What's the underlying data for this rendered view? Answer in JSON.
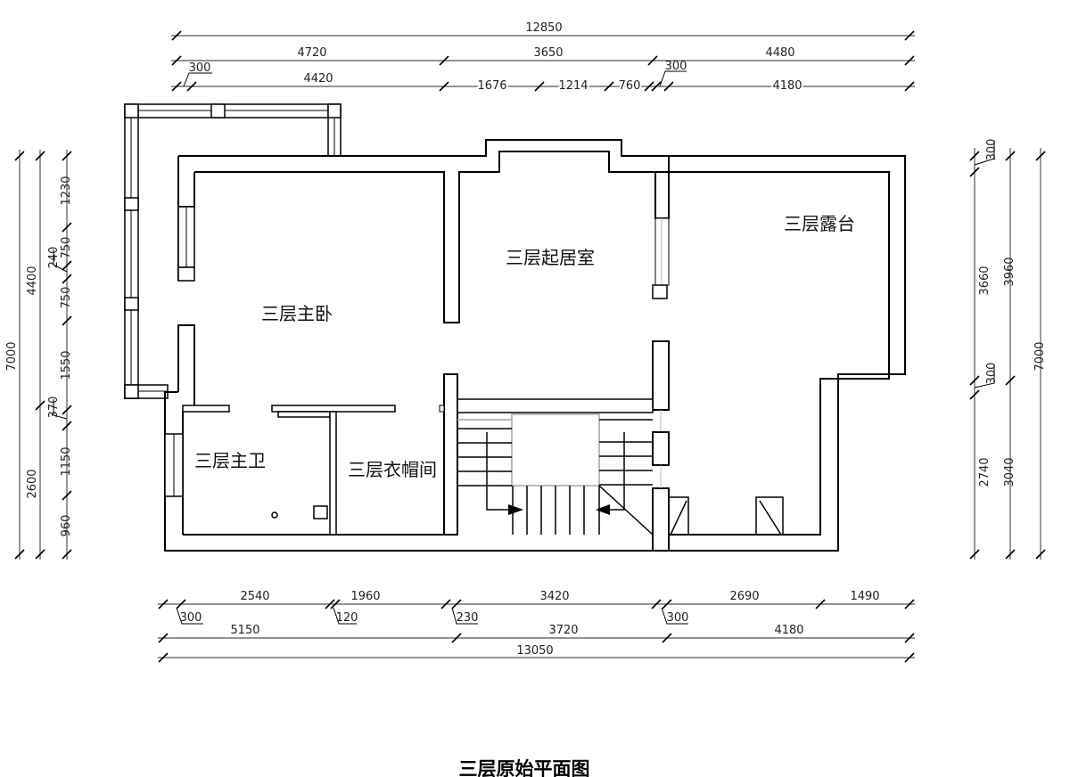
{
  "title": "三层原始平面图",
  "rooms": {
    "master_bedroom": "三层主卧",
    "living_room": "三层起居室",
    "terrace": "三层露台",
    "master_bath": "三层主卫",
    "cloakroom": "三层衣帽间"
  },
  "dims": {
    "top": {
      "row1": [
        "12850"
      ],
      "row2": [
        "4720",
        "3650",
        "4480"
      ],
      "row3": [
        "300",
        "4420",
        "1676",
        "1214",
        "760",
        "300",
        "4180"
      ]
    },
    "left": {
      "row1": [
        "7000"
      ],
      "row2": [
        "4400",
        "2600"
      ],
      "row3": [
        "1230",
        "750",
        "240",
        "750",
        "1550",
        "370",
        "1150",
        "960"
      ]
    },
    "right": {
      "row1": [
        "300",
        "3660",
        "300",
        "2740"
      ],
      "row2": [
        "3960",
        "3040"
      ],
      "row3": [
        "7000"
      ]
    },
    "bottom": {
      "row1": [
        "300",
        "2540",
        "120",
        "1960",
        "230",
        "3420",
        "300",
        "2690",
        "1490"
      ],
      "row2": [
        "5150",
        "3720",
        "4180"
      ],
      "row3": [
        "13050"
      ]
    }
  }
}
